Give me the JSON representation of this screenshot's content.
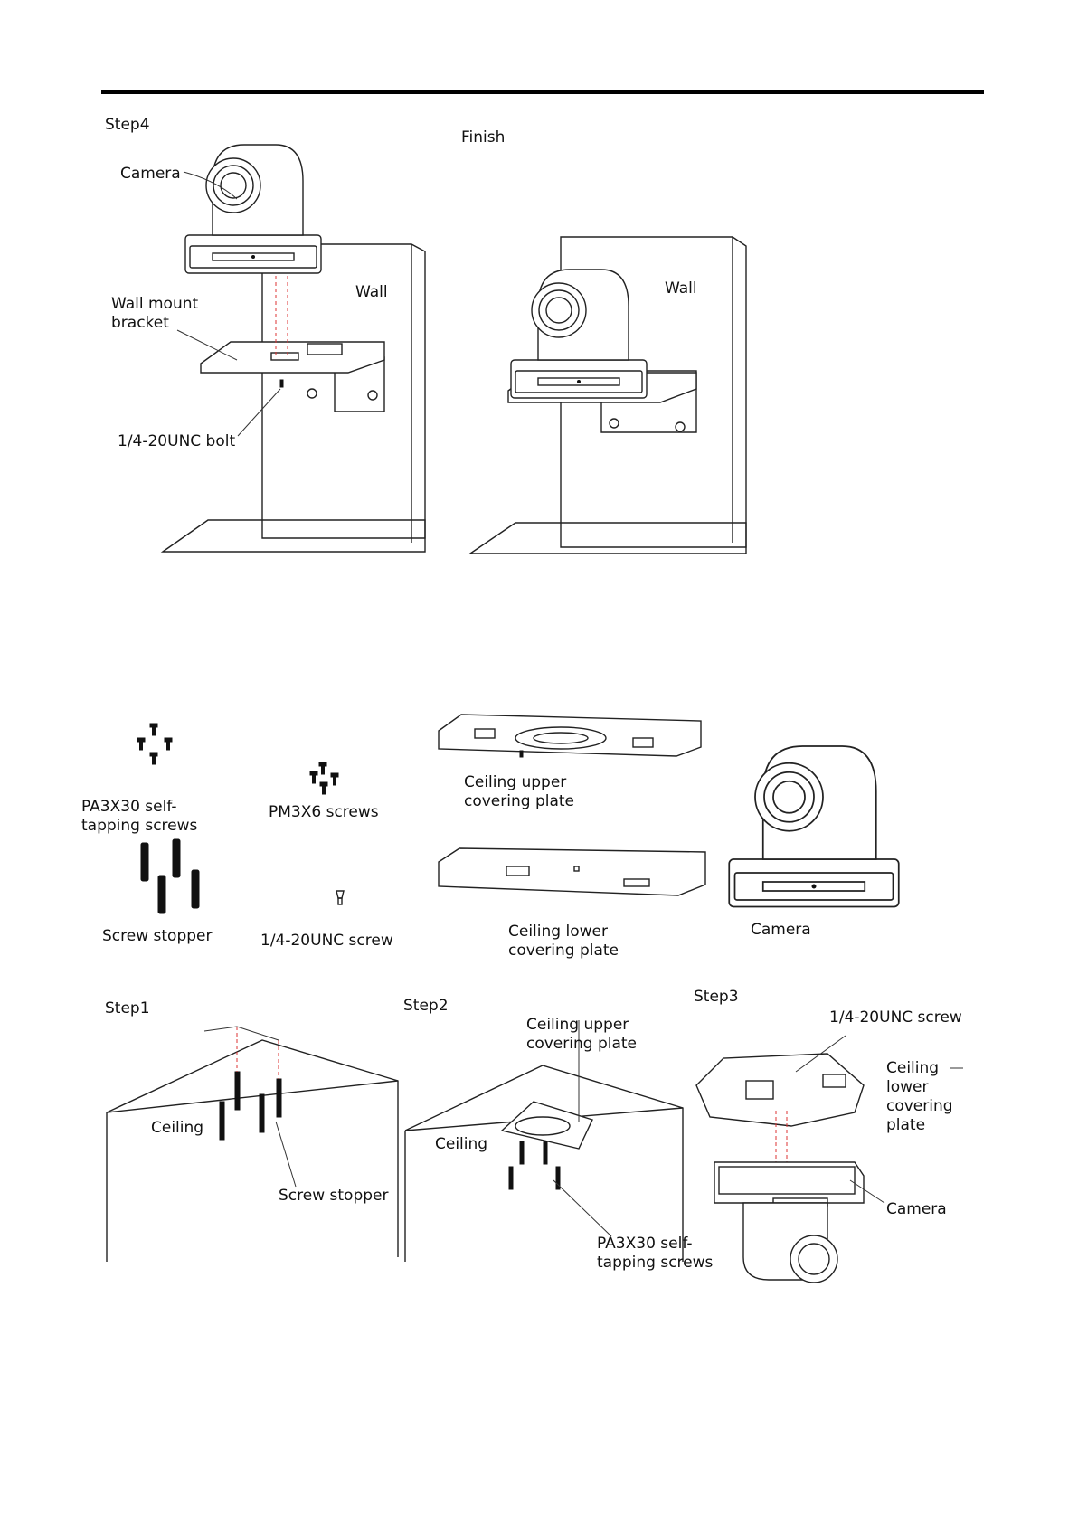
{
  "wall_section": {
    "step4": "Step4",
    "finish": "Finish",
    "camera": "Camera",
    "wall_left": "Wall",
    "wall_right": "Wall",
    "bracket": "Wall mount\nbracket",
    "bolt": "1/4-20UNC bolt"
  },
  "parts": {
    "pa_screws": "PA3X30 self-\ntapping screws",
    "pm_screws": "PM3X6 screws",
    "upper_plate": "Ceiling upper\ncovering plate",
    "stopper": "Screw stopper",
    "unc_screw": "1/4-20UNC screw",
    "lower_plate": "Ceiling lower\ncovering plate",
    "camera": "Camera"
  },
  "ceiling_steps": {
    "step1": {
      "title": "Step1",
      "ceiling": "Ceiling",
      "stopper": "Screw stopper"
    },
    "step2": {
      "title": "Step2",
      "upper_plate": "Ceiling upper\ncovering plate",
      "ceiling": "Ceiling",
      "pa_screws": "PA3X30 self-\ntapping screws"
    },
    "step3": {
      "title": "Step3",
      "unc_screw": "1/4-20UNC screw",
      "lower_plate": "Ceiling\nlower\ncovering\nplate",
      "camera": "Camera"
    }
  }
}
